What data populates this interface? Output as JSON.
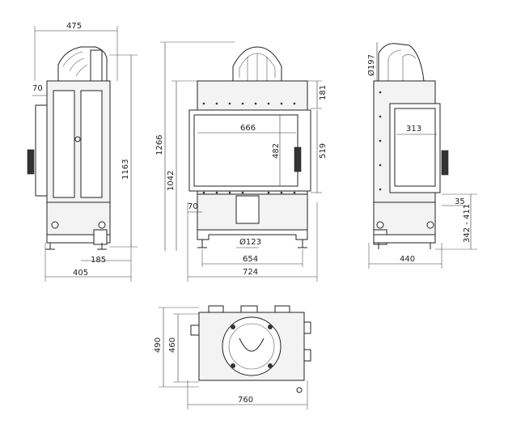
{
  "dimensions": {
    "side_left": {
      "width": "475",
      "flue_offset": "70",
      "height": "1163",
      "bottom_offset": "185",
      "depth": "405"
    },
    "front": {
      "total_height": "1266",
      "body_height": "1042",
      "glass_width": "666",
      "glass_height": "482",
      "left_offset": "70",
      "flue_diameter": "Ø123",
      "inner_width": "654",
      "total_width": "724",
      "top_height": "181",
      "side_height": "519"
    },
    "side_right": {
      "flue_diameter": "Ø197",
      "glass_width": "313",
      "offset": "35",
      "leg_range": "342 - 411",
      "depth": "440"
    },
    "top_view": {
      "depth_outer": "490",
      "depth_inner": "460",
      "width": "760"
    }
  }
}
